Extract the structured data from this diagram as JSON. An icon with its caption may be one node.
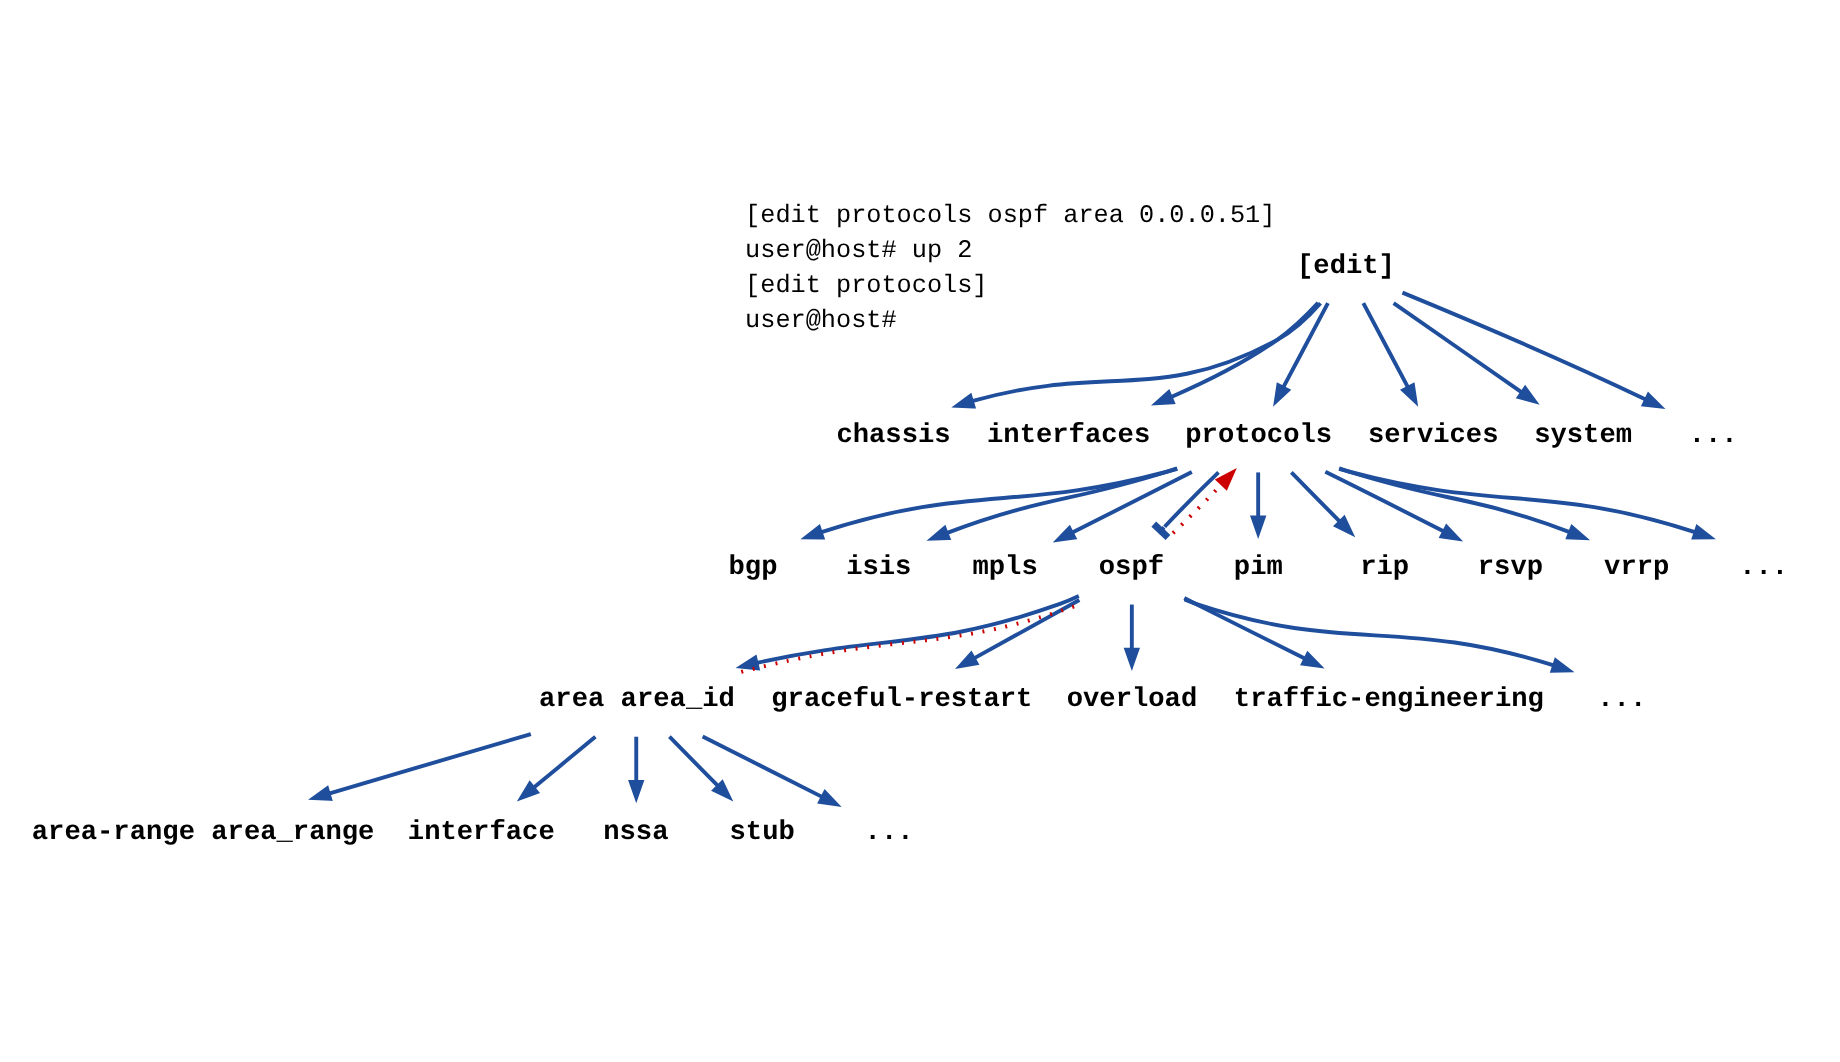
{
  "diagram": {
    "nodes": [
      {
        "text": [
          "[edit]"
        ]
      },
      {
        "text": [
          "chassis"
        ]
      },
      {
        "text": [
          "interfaces"
        ]
      },
      {
        "text": [
          "protocols"
        ]
      },
      {
        "text": [
          "services"
        ]
      },
      {
        "text": [
          "system"
        ]
      },
      {
        "text": [
          "..."
        ]
      },
      {
        "text": [
          "bgp"
        ]
      },
      {
        "text": [
          "isis"
        ]
      },
      {
        "text": [
          "mpls"
        ]
      },
      {
        "text": [
          "ospf"
        ]
      },
      {
        "text": [
          "pim"
        ]
      },
      {
        "text": [
          "rip"
        ]
      },
      {
        "text": [
          "rsvp"
        ]
      },
      {
        "text": [
          "vrrp"
        ]
      },
      {
        "text": [
          "..."
        ]
      },
      {
        "text": [
          "area area_id"
        ]
      },
      {
        "text": [
          "graceful-restart"
        ]
      },
      {
        "text": [
          "overload"
        ]
      },
      {
        "text": [
          "traffic-engineering"
        ]
      },
      {
        "text": [
          "..."
        ]
      },
      {
        "text": [
          "area-range area_range"
        ]
      },
      {
        "text": [
          "interface"
        ]
      },
      {
        "text": [
          "nssa"
        ]
      },
      {
        "text": [
          "stub"
        ]
      },
      {
        "text": [
          "..."
        ]
      }
    ],
    "edges": [
      {
        "from": 0,
        "to": 1,
        "arrow": "to"
      },
      {
        "from": 0,
        "to": 2,
        "arrow": "to"
      },
      {
        "from": 0,
        "to": 3,
        "arrow": "to"
      },
      {
        "from": 0,
        "to": 4,
        "arrow": "to"
      },
      {
        "from": 0,
        "to": 5,
        "arrow": "to"
      },
      {
        "from": 0,
        "to": 6,
        "arrow": "to"
      },
      {
        "from": 3,
        "to": 7,
        "arrow": "to"
      },
      {
        "from": 3,
        "to": 8,
        "arrow": "to"
      },
      {
        "from": 3,
        "to": 9,
        "arrow": "to"
      },
      {
        "from": 3,
        "to": 10,
        "arrow": "other"
      },
      {
        "from": 3,
        "to": 11,
        "arrow": "to"
      },
      {
        "from": 3,
        "to": 12,
        "arrow": "to"
      },
      {
        "from": 3,
        "to": 13,
        "arrow": "to"
      },
      {
        "from": 3,
        "to": 14,
        "arrow": "to"
      },
      {
        "from": 3,
        "to": 15,
        "arrow": "to"
      },
      {
        "from": 10,
        "to": 16,
        "arrow": "to"
      },
      {
        "from": 10,
        "to": 17,
        "arrow": "to"
      },
      {
        "from": 10,
        "to": 18,
        "arrow": "to"
      },
      {
        "from": 10,
        "to": 19,
        "arrow": "to"
      },
      {
        "from": 10,
        "to": 20,
        "arrow": "to"
      },
      {
        "from": 16,
        "to": 21,
        "arrow": "to"
      },
      {
        "from": 16,
        "to": 22,
        "arrow": "to"
      },
      {
        "from": 16,
        "to": 23,
        "arrow": "to"
      },
      {
        "from": 16,
        "to": 24,
        "arrow": "to"
      },
      {
        "from": 16,
        "to": 25,
        "arrow": "to"
      },
      {
        "from": 16,
        "to": 10,
        "arrow": "none",
        "style": "dashed",
        "color": "#cc0000"
      },
      {
        "from": 10,
        "to": 3,
        "arrow": "to",
        "style": "dashed",
        "color": "#cc0000"
      }
    ],
    "labels": [
      "[edit protocols ospf area 0.0.0.51]",
      "user@host# up 2",
      "[edit protocols]",
      "user@host#"
    ]
  }
}
